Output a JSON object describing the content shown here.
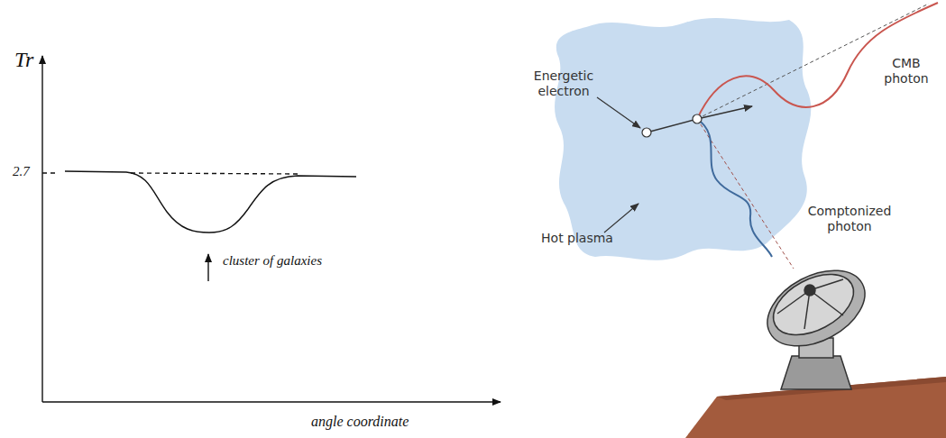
{
  "diagram": {
    "labels": [
      "Tr",
      "2.7",
      "cluster of galaxies",
      "angle coordinate",
      "Energetic electron",
      "Hot plasma",
      "CMB photon",
      "Comptonized photon"
    ]
  }
}
